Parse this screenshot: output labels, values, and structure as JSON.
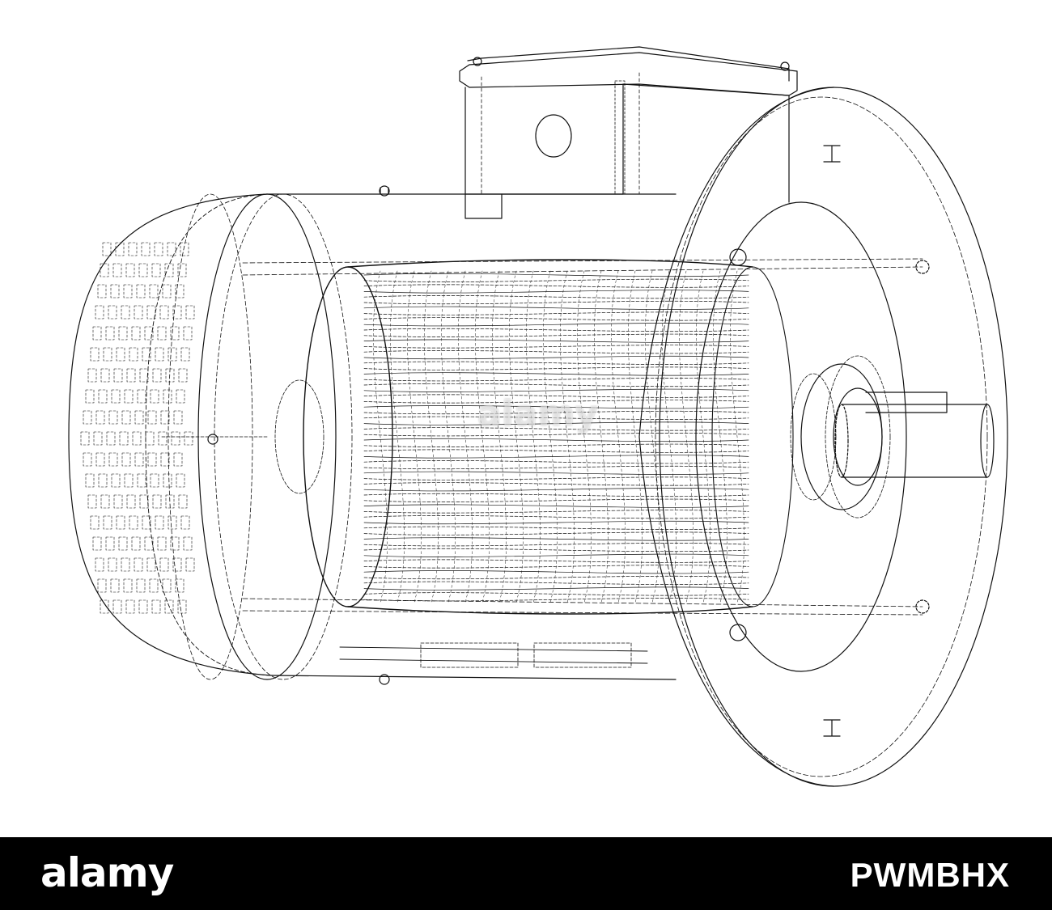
{
  "image": {
    "subject": "Electric motor wireframe",
    "line_color": "#111111",
    "background_color": "#ffffff"
  },
  "watermark": {
    "text": "alamy"
  },
  "footer": {
    "logo_text": "alamy",
    "image_id": "PWMBHX",
    "background_color": "#000000",
    "text_color": "#ffffff"
  }
}
